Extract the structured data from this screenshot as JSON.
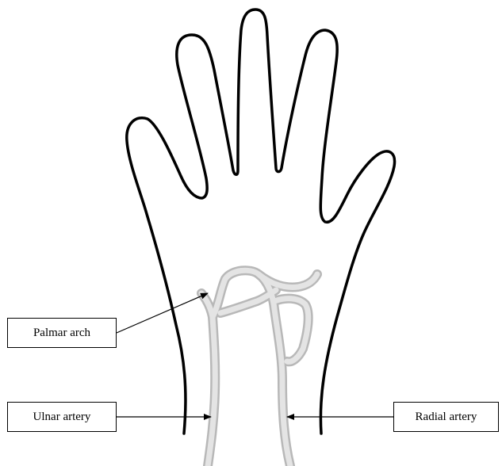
{
  "labels": {
    "palmar_arch": "Palmar arch",
    "ulnar_artery": "Ulnar artery",
    "radial_artery": "Radial artery"
  },
  "colors": {
    "outline": "#000000",
    "artery_fill": "#e4e4e4",
    "artery_stroke": "#b8b8b8",
    "background": "#ffffff"
  }
}
